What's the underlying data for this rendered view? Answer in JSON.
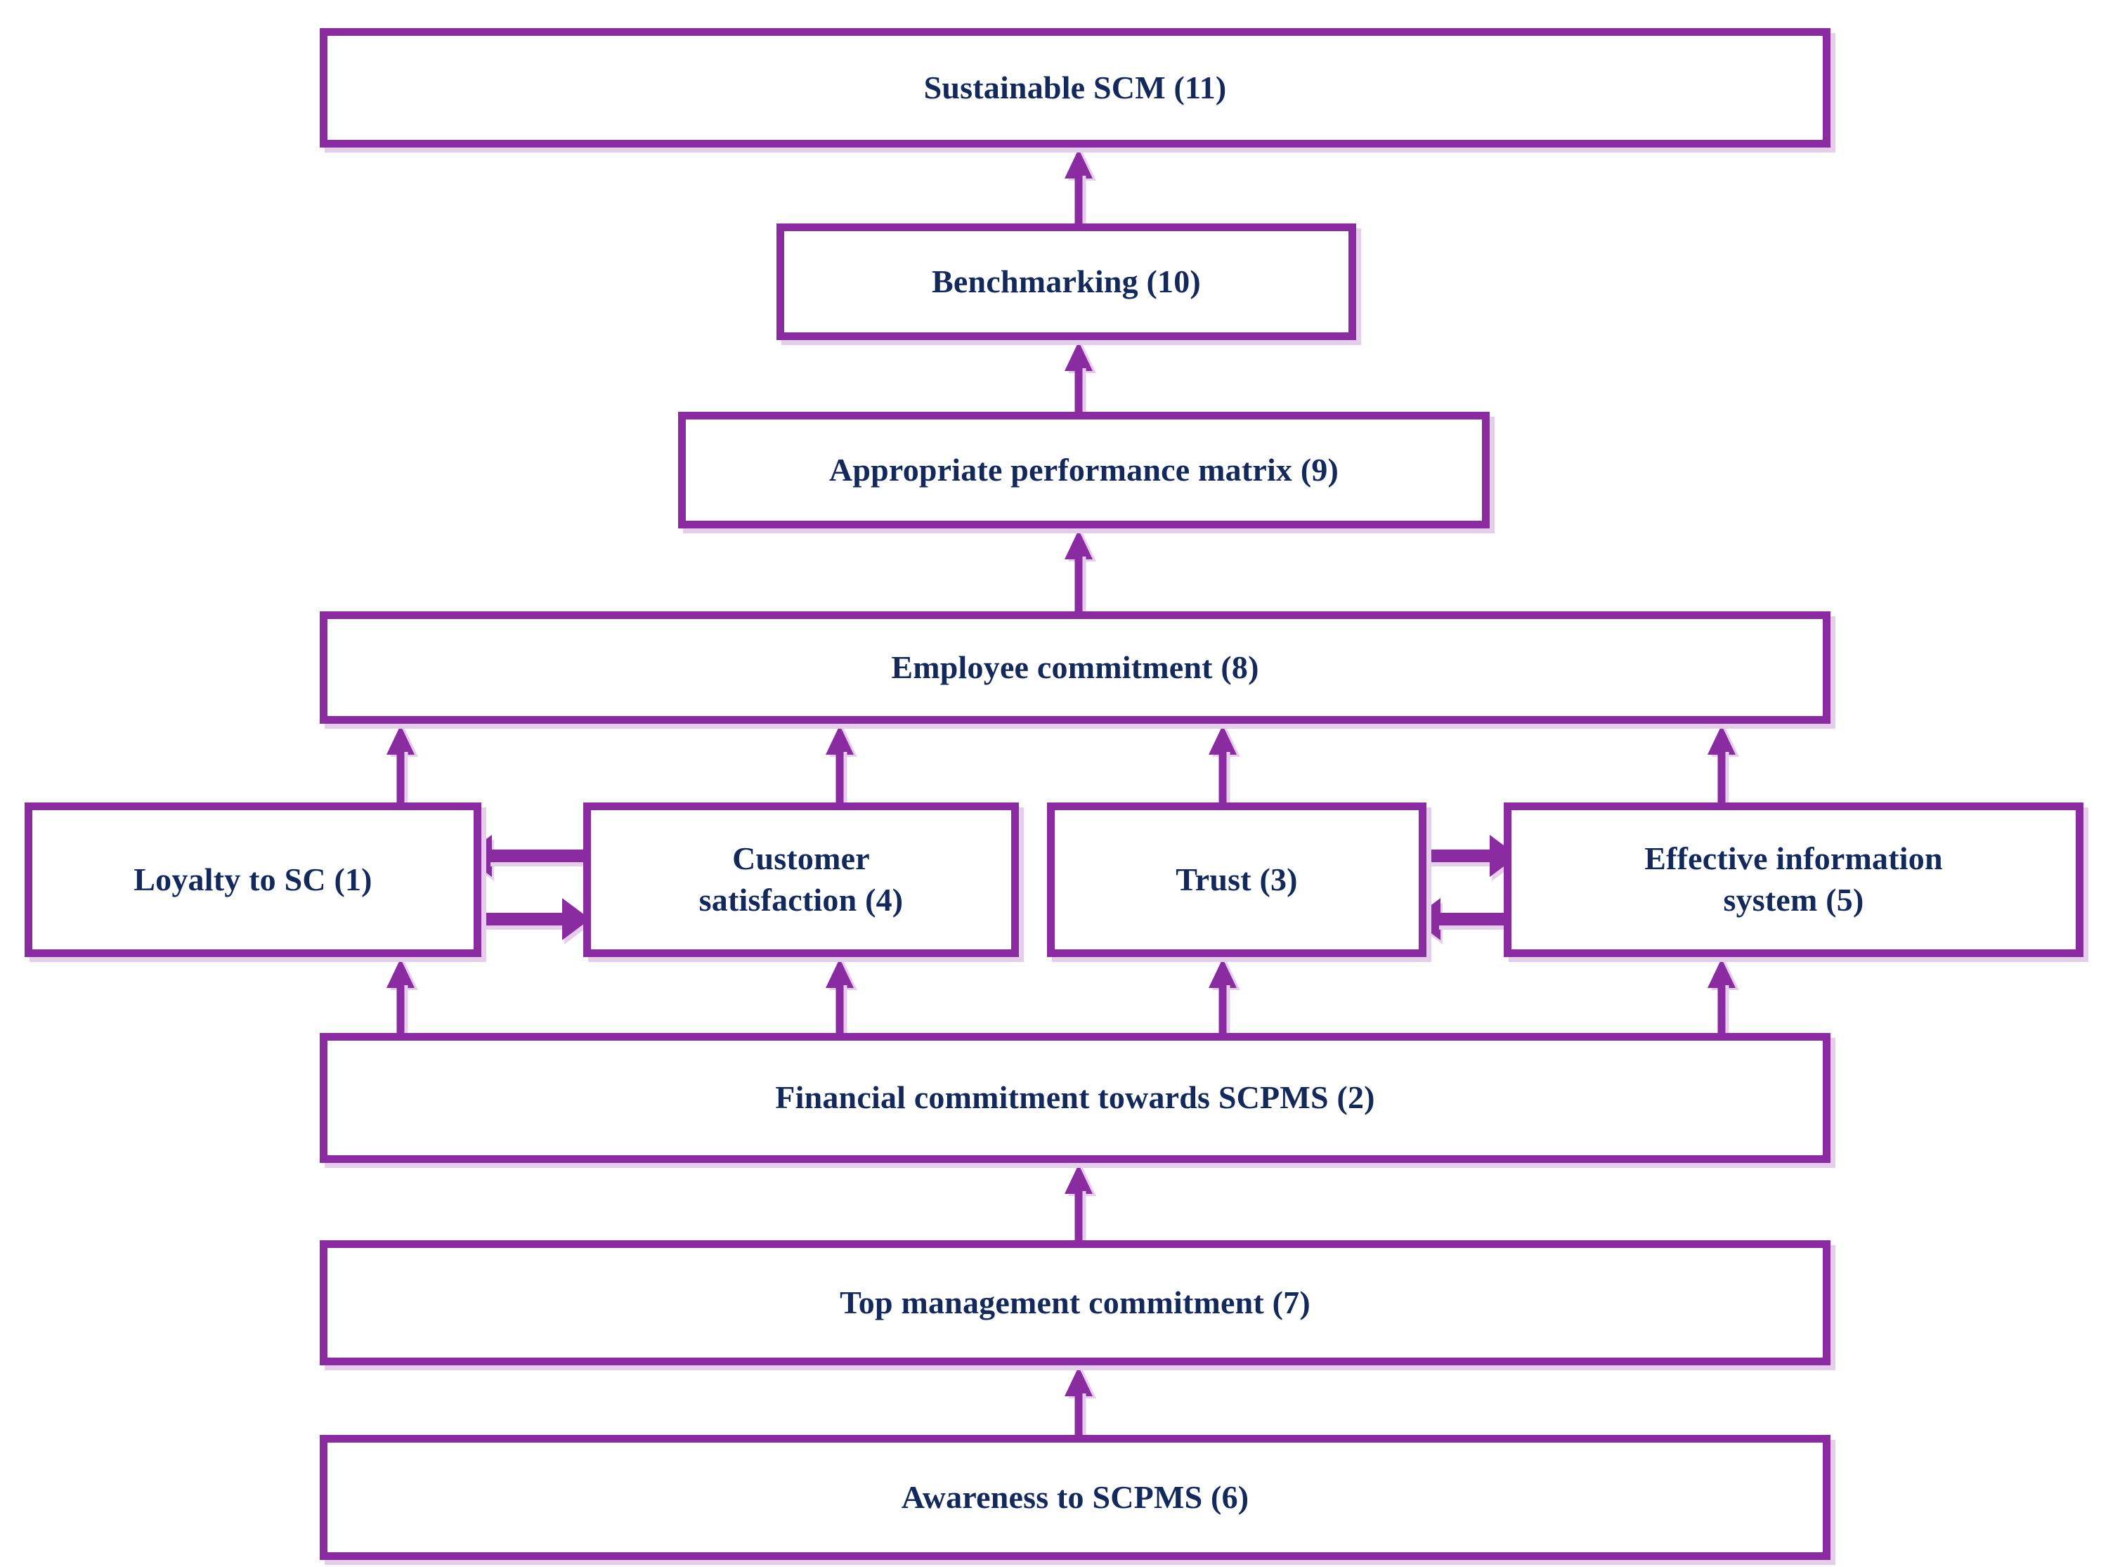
{
  "diagram": {
    "type": "ISM hierarchical digraph",
    "palette": {
      "box_border": "#8a2ba2",
      "box_shadow": "#e6cdee",
      "text": "#13295c",
      "background": "#ffffff",
      "arrow": "#8a2ba2"
    },
    "nodes": [
      {
        "id": "n11",
        "number": 11,
        "label": "Sustainable SCM (11)",
        "level": 1
      },
      {
        "id": "n10",
        "number": 10,
        "label": "Benchmarking (10)",
        "level": 2
      },
      {
        "id": "n9",
        "number": 9,
        "label": "Appropriate performance matrix (9)",
        "level": 3
      },
      {
        "id": "n8",
        "number": 8,
        "label": "Employee commitment (8)",
        "level": 4
      },
      {
        "id": "n1",
        "number": 1,
        "label": "Loyalty to SC (1)",
        "level": 5
      },
      {
        "id": "n4",
        "number": 4,
        "label": "Customer\nsatisfaction (4)",
        "level": 5
      },
      {
        "id": "n3",
        "number": 3,
        "label": "Trust (3)",
        "level": 5
      },
      {
        "id": "n5",
        "number": 5,
        "label": "Effective information\nsystem (5)",
        "level": 5
      },
      {
        "id": "n2",
        "number": 2,
        "label": "Financial commitment towards SCPMS (2)",
        "level": 6
      },
      {
        "id": "n7",
        "number": 7,
        "label": "Top management commitment (7)",
        "level": 7
      },
      {
        "id": "n6",
        "number": 6,
        "label": "Awareness to SCPMS (6)",
        "level": 8
      }
    ],
    "edges": [
      {
        "from": "n10",
        "to": "n11",
        "direction": "up"
      },
      {
        "from": "n9",
        "to": "n10",
        "direction": "up"
      },
      {
        "from": "n8",
        "to": "n9",
        "direction": "up"
      },
      {
        "from": "n1",
        "to": "n8",
        "direction": "up"
      },
      {
        "from": "n4",
        "to": "n8",
        "direction": "up"
      },
      {
        "from": "n3",
        "to": "n8",
        "direction": "up"
      },
      {
        "from": "n5",
        "to": "n8",
        "direction": "up"
      },
      {
        "from": "n2",
        "to": "n1",
        "direction": "up"
      },
      {
        "from": "n2",
        "to": "n4",
        "direction": "up"
      },
      {
        "from": "n2",
        "to": "n3",
        "direction": "up"
      },
      {
        "from": "n2",
        "to": "n5",
        "direction": "up"
      },
      {
        "from": "n7",
        "to": "n2",
        "direction": "up"
      },
      {
        "from": "n6",
        "to": "n7",
        "direction": "up"
      },
      {
        "from": "n4",
        "to": "n1",
        "direction": "left"
      },
      {
        "from": "n1",
        "to": "n4",
        "direction": "right"
      },
      {
        "from": "n3",
        "to": "n5",
        "direction": "right"
      },
      {
        "from": "n5",
        "to": "n3",
        "direction": "left"
      }
    ]
  }
}
